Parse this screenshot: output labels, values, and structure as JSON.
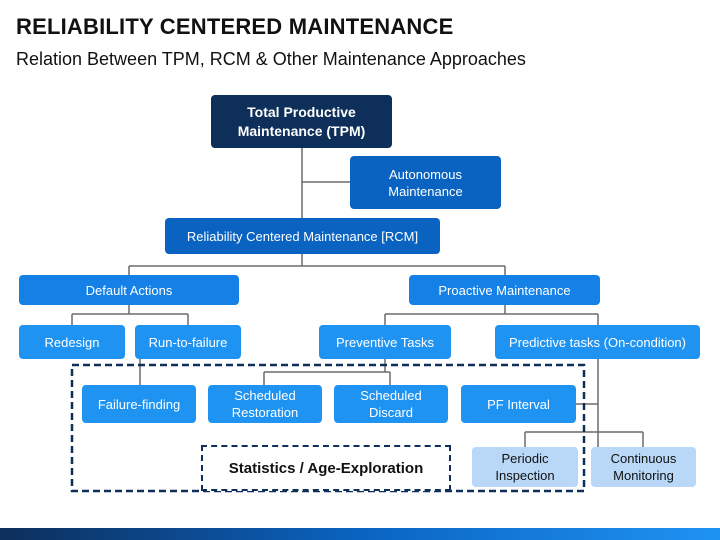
{
  "title": "RELIABILITY CENTERED MAINTENANCE",
  "subtitle": "Relation Between TPM, RCM & Other Maintenance Approaches",
  "nodes": {
    "tpm": "Total Productive\nMaintenance (TPM)",
    "autonomous": "Autonomous\nMaintenance",
    "rcm": "Reliability Centered Maintenance [RCM]",
    "default_actions": "Default Actions",
    "proactive": "Proactive Maintenance",
    "redesign": "Redesign",
    "run_to_failure": "Run-to-failure",
    "preventive": "Preventive Tasks",
    "predictive": "Predictive tasks (On-condition)",
    "failure_finding": "Failure-finding",
    "scheduled_restoration": "Scheduled\nRestoration",
    "scheduled_discard": "Scheduled\nDiscard",
    "pf_interval": "PF Interval",
    "periodic": "Periodic\nInspection",
    "continuous": "Continuous\nMonitoring",
    "statistics": "Statistics / Age-Exploration"
  },
  "colors": {
    "dark": "#0d2f5a",
    "mid": "#0a63c1",
    "bright": "#1580e6",
    "light": "#1f93f2",
    "pale": "#b9d8f7",
    "connector": "#6b6b6b"
  }
}
